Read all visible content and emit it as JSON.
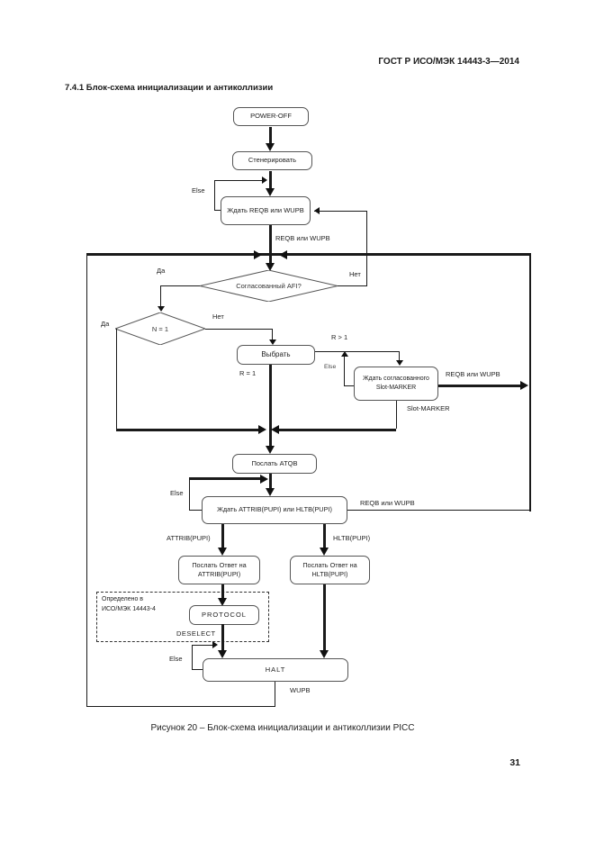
{
  "page": {
    "header": "ГОСТ Р ИСО/МЭК 14443-3—2014",
    "section_title": "7.4.1  Блок-схема инициализации и антиколлизии",
    "caption": "Рисунок 20 – Блок-схема инициализации и антиколлизии PICC",
    "page_number": "31"
  },
  "flowchart": {
    "nodes": {
      "power_off": "POWER-OFF",
      "generate": "Стенерировать",
      "wait_reqb_wupb": "Ждать REQB или WUPB",
      "afi_question": "Согласованный AFI?",
      "n_equals_one": "N = 1",
      "select": "Выбрать",
      "wait_slot_marker": {
        "line1": "Ждать  согласованного",
        "line2": "Slot-MARKER"
      },
      "send_atqb": "Послать ATQB",
      "wait_attrib_hltb": "Ждать ATTRIB(PUPI) или HLTB(PUPI)",
      "send_attrib_response": {
        "line1": "Послать Ответ на",
        "line2": "ATTRIB(PUPI)"
      },
      "send_hltb_response": {
        "line1": "Послать Ответ на",
        "line2": "HLTB(PUPI)"
      },
      "protocol": "PROTOCOL",
      "halt": "HALT"
    },
    "edge_labels": {
      "else_idle": "Else",
      "reqb_wupb_received": "REQB или WUPB",
      "afi_yes": "Да",
      "afi_no": "Нет",
      "n_yes": "Да",
      "n_no": "Нет",
      "r_gt_1": "R > 1",
      "r_eq_1": "R = 1",
      "else_slot": "Else",
      "reqb_wupb_slot": "REQB или WUPB",
      "slot_marker": "Slot-MARKER",
      "else_attrib": "Else",
      "reqb_wupb_attrib": "REQB или WUPB",
      "attrib_pupi": "ATTRIB(PUPI)",
      "hltb_pupi": "HLTB(PUPI)",
      "deselect": "DESELECT",
      "else_halt": "Else",
      "wupb": "WUPB"
    },
    "annotations": {
      "defined_in_line1": "Определено в",
      "defined_in_line2": "ИСО/МЭК 14443-4"
    }
  }
}
